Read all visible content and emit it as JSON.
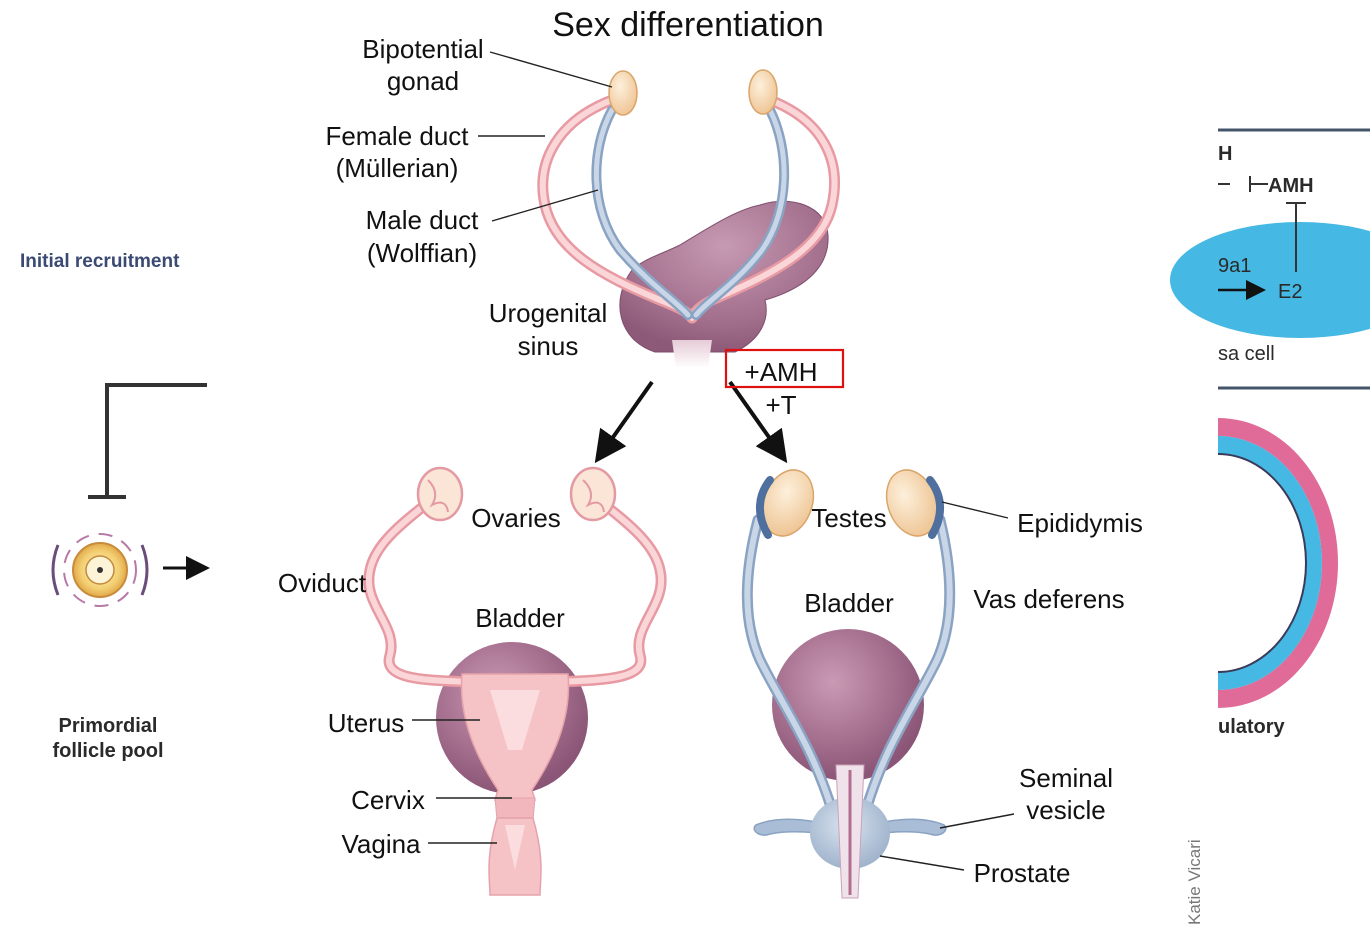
{
  "title": "Sex differentiation",
  "labels": {
    "bipotential_gonad_1": "Bipotential",
    "bipotential_gonad_2": "gonad",
    "female_duct_1": "Female duct",
    "female_duct_2": "(Müllerian)",
    "male_duct_1": "Male duct",
    "male_duct_2": "(Wolffian)",
    "urogenital_1": "Urogenital",
    "urogenital_2": "sinus",
    "amh": "+AMH",
    "t": "+T",
    "ovaries": "Ovaries",
    "oviduct": "Oviduct",
    "bladder_female": "Bladder",
    "uterus": "Uterus",
    "cervix": "Cervix",
    "vagina": "Vagina",
    "testes": "Testes",
    "epididymis": "Epididymis",
    "bladder_male": "Bladder",
    "vas_deferens": "Vas deferens",
    "seminal_1": "Seminal",
    "seminal_2": "vesicle",
    "prostate": "Prostate",
    "credit": "Katie Vicari"
  },
  "left_fragment": {
    "initial_recruitment": "Initial recruitment",
    "primordial_1": "Primordial",
    "primordial_2": "follicle pool"
  },
  "right_fragment": {
    "h": "H",
    "amh": "AMH",
    "gene": "9a1",
    "e2": "E2",
    "cell": "sa cell",
    "ulatory": "ulatory"
  },
  "colors": {
    "female_duct": "#f4b8bd",
    "male_duct": "#a9bdd6",
    "bladder": "#a56f8e",
    "gonad": "#f6d9b0",
    "highlight_box": "#e01010",
    "granulosa_blue": "#45b8e3",
    "pink_ring": "#e06a98"
  }
}
